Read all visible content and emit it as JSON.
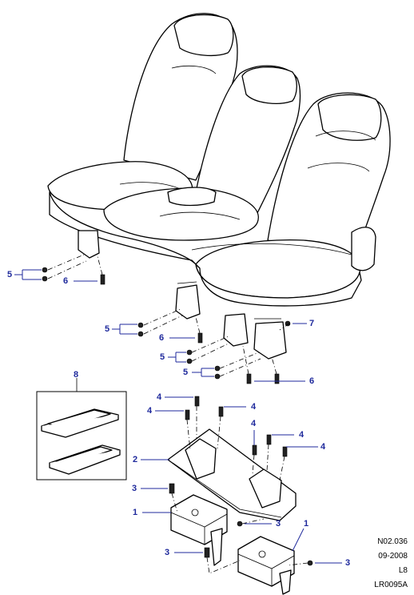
{
  "callouts": {
    "c1a": "5",
    "c1b": "6",
    "c2a": "5",
    "c2b": "6",
    "c2c": "7",
    "c3a": "5",
    "c3b": "5",
    "c3c": "6",
    "c8": "8",
    "c4a": "4",
    "c4b": "4",
    "c4c": "4",
    "c4d": "4",
    "c4e": "4",
    "c4f": "4",
    "c2": "2",
    "c3d": "3",
    "c3e": "3",
    "c3f": "3",
    "c3g": "3",
    "c1c": "1",
    "c1d": "1"
  },
  "reference": {
    "code": "N02.036",
    "date": "09-2008",
    "model": "L8",
    "image_code": "LR0095A"
  }
}
